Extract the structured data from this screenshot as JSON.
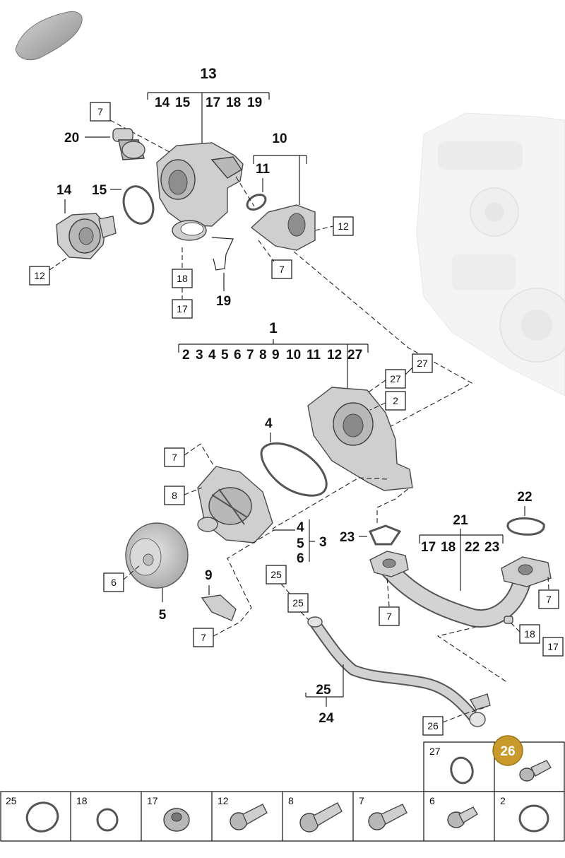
{
  "labels": {
    "l13": "13",
    "g13": [
      "14",
      "15",
      "17",
      "18",
      "19"
    ],
    "l20": "20",
    "l10": "10",
    "l11": "11",
    "l14": "14",
    "l15": "15",
    "l19": "19",
    "l1": "1",
    "g1": [
      "2",
      "3",
      "4",
      "5",
      "6",
      "7",
      "8",
      "9",
      "10",
      "11",
      "12",
      "27"
    ],
    "l4": "4",
    "l3": "3",
    "g3": [
      "4",
      "5",
      "6"
    ],
    "l5": "5",
    "l9": "9",
    "l22": "22",
    "l21": "21",
    "g21": [
      "17",
      "18",
      "22",
      "23"
    ],
    "l23": "23",
    "l25": "25",
    "l24": "24"
  },
  "boxes": {
    "b7a": "7",
    "b12a": "12",
    "b7b": "7",
    "b12b": "12",
    "b18a": "18",
    "b17a": "17",
    "b27": "27",
    "b2": "2",
    "b7c": "7",
    "b8": "8",
    "b6": "6",
    "b7d": "7",
    "b25a": "25",
    "b25b": "25",
    "b7e": "7",
    "b7f": "7",
    "b18b": "18",
    "b17b": "17",
    "b26": "26"
  },
  "table": {
    "row1": [
      "27",
      "26"
    ],
    "row2": [
      "25",
      "18",
      "17",
      "12",
      "8",
      "7",
      "6",
      "2"
    ]
  },
  "colors": {
    "highlight": "#c79a2b",
    "line": "#222222",
    "part": "#cfcfcf"
  }
}
